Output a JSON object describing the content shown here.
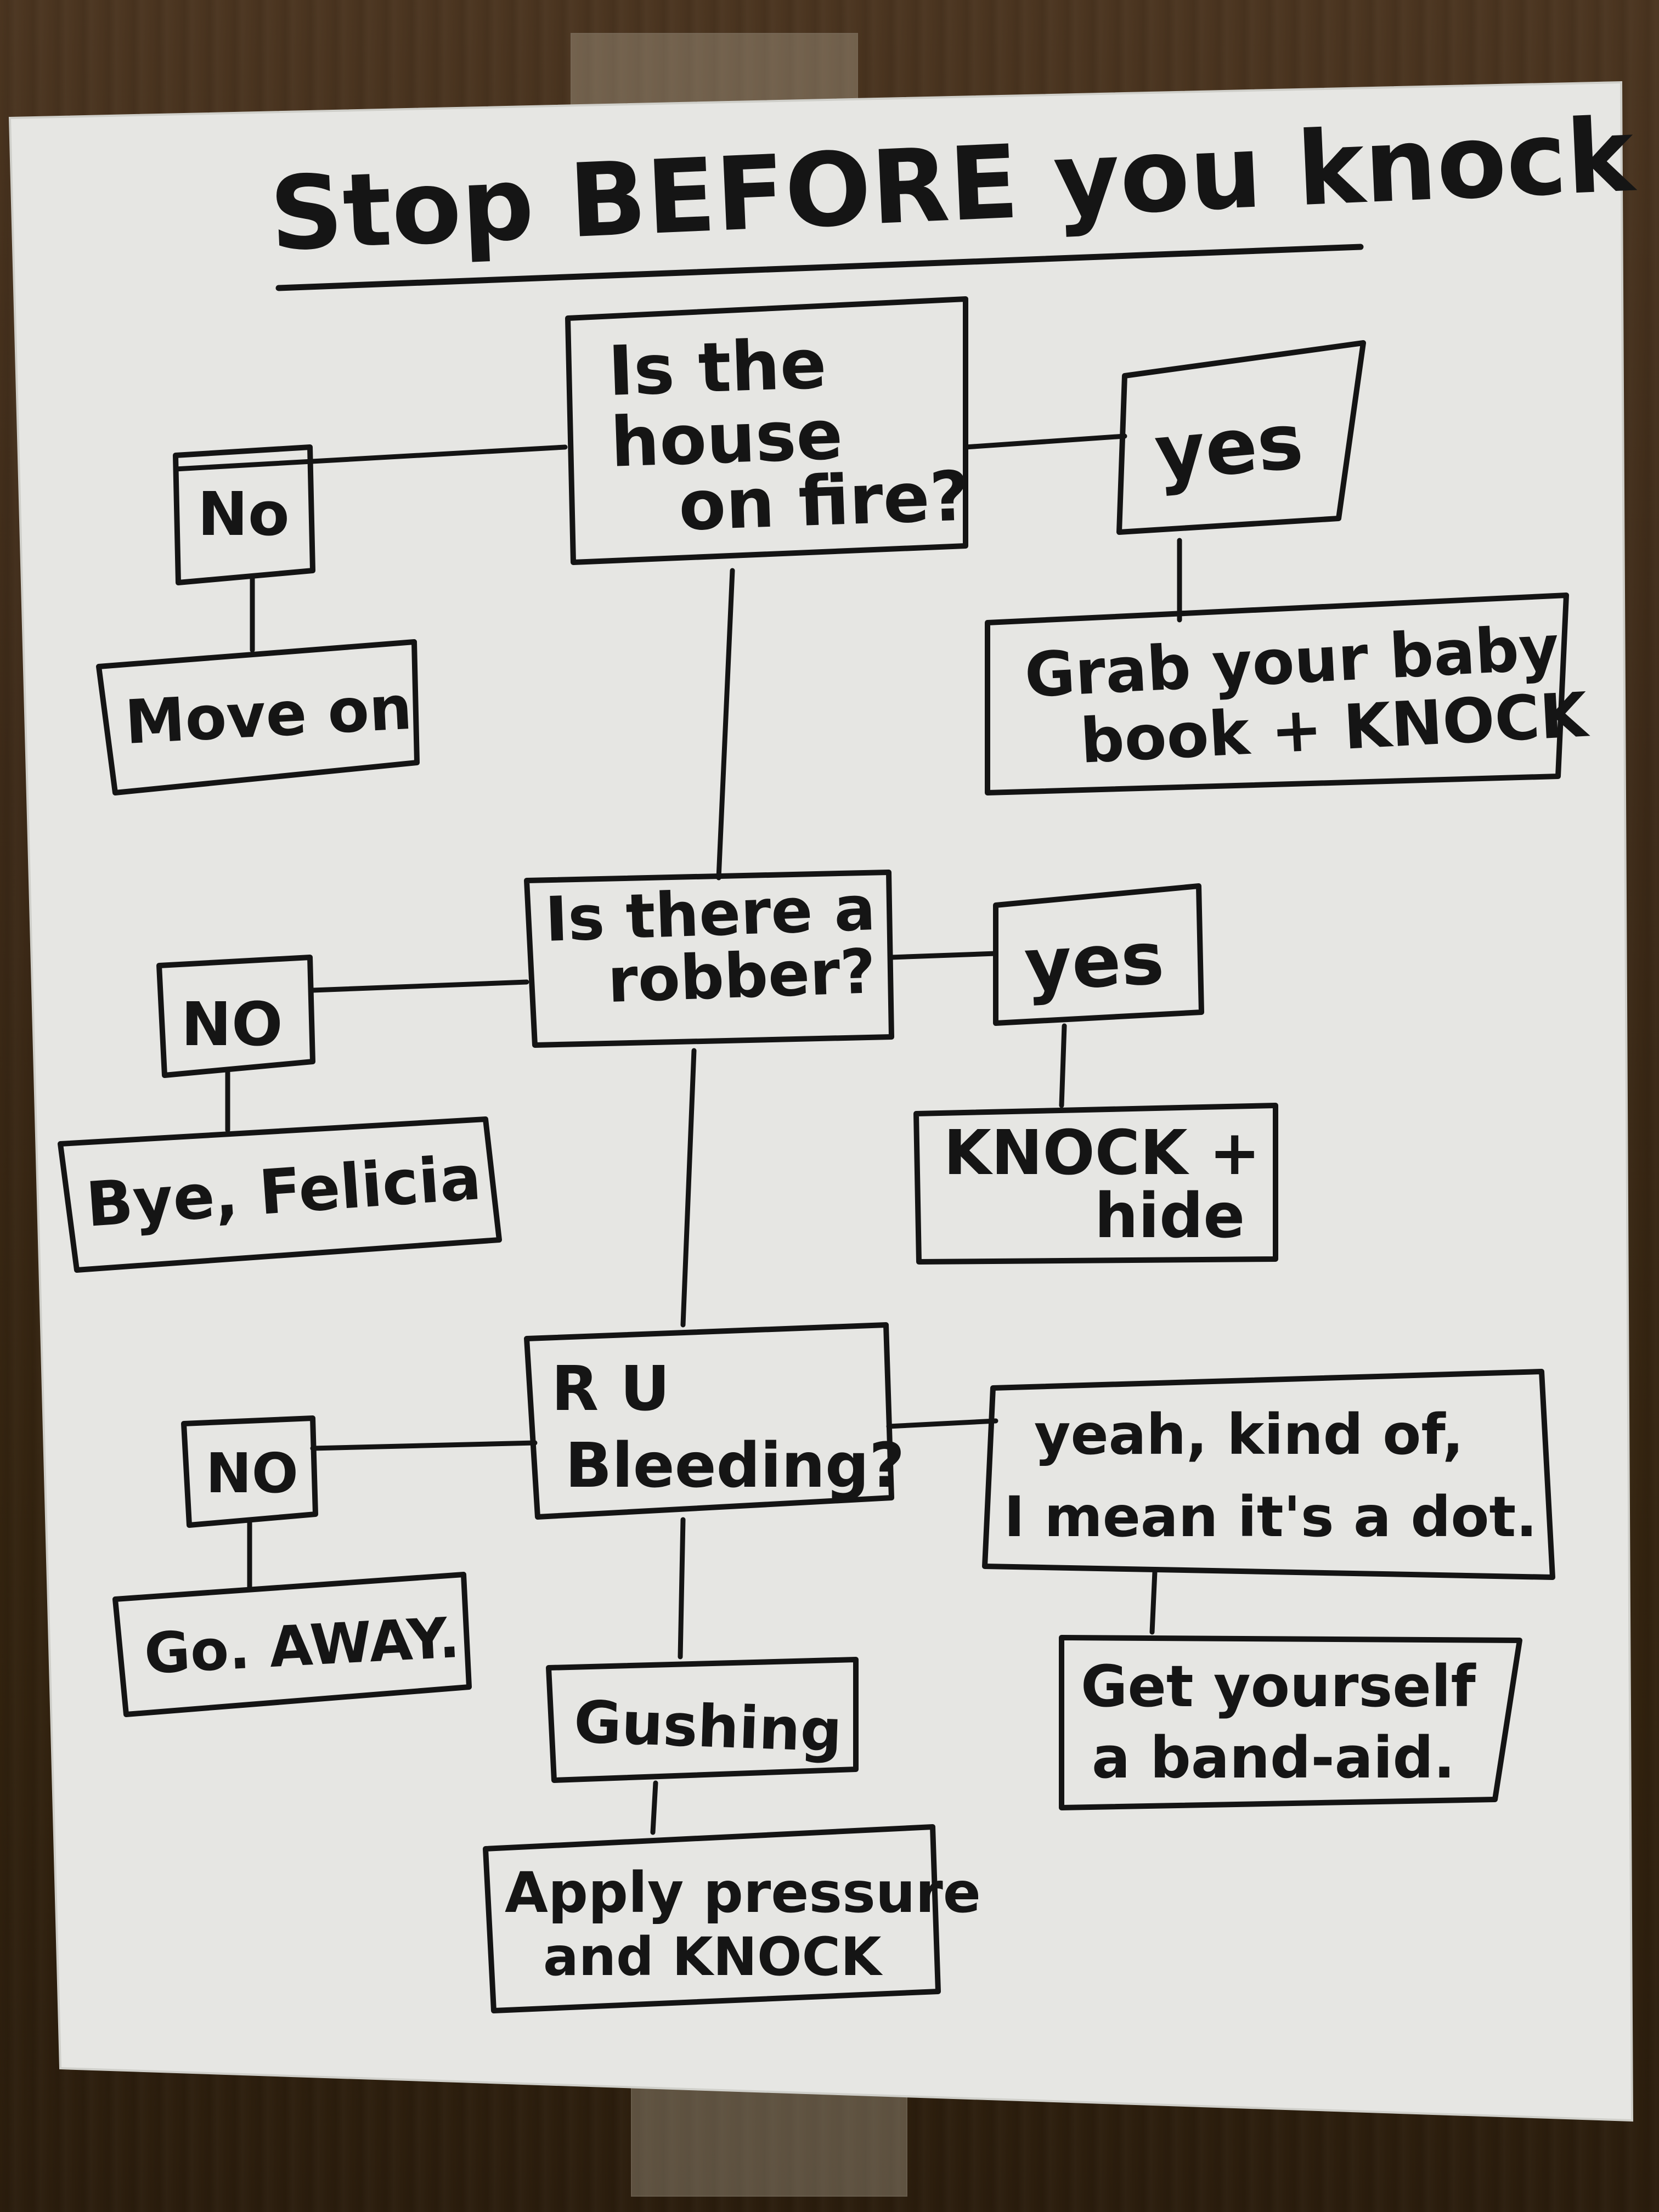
{
  "title": "Stop BEFORE you knock",
  "colors": {
    "ink": "#141414",
    "paper": "#e6e6e3",
    "door": "#3d2a18"
  },
  "nodes": {
    "q_fire": [
      "Is the",
      "house",
      "on fire?"
    ],
    "fire_no": [
      "No"
    ],
    "fire_no_action": [
      "Move on"
    ],
    "fire_yes": [
      "yes"
    ],
    "fire_yes_action": [
      "Grab your baby",
      "book + KNOCK"
    ],
    "q_robber": [
      "Is there a",
      "robber?"
    ],
    "robber_no": [
      "NO"
    ],
    "robber_no_action": [
      "Bye, Felicia"
    ],
    "robber_yes": [
      "yes"
    ],
    "robber_yes_action": [
      "KNOCK +",
      "hide"
    ],
    "q_bleeding": [
      "R U",
      "Bleeding?"
    ],
    "bleeding_no": [
      "NO"
    ],
    "bleeding_no_action": [
      "Go. AWAY."
    ],
    "bleeding_yes": [
      "yeah, kind of,",
      "I mean it's a dot."
    ],
    "bleeding_yes_action": [
      "Get yourself",
      "a band-aid."
    ],
    "bleeding_gushing": [
      "Gushing"
    ],
    "bleeding_gushing_action": [
      "Apply pressure",
      "and KNOCK"
    ]
  }
}
